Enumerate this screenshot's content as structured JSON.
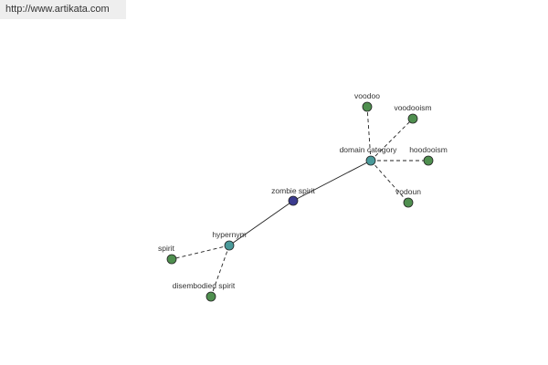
{
  "site": {
    "url": "http://www.artikata.com"
  },
  "colors": {
    "center_node": "#3b3b8f",
    "relation_node": "#4a9a9a",
    "leaf_node": "#4f8f4f",
    "node_stroke": "#222222",
    "edge": "#222222",
    "banner_bg": "#eeeeee"
  },
  "graph": {
    "center": "zombie spirit",
    "nodes": [
      {
        "id": "zombie",
        "label": "zombie spirit",
        "kind": "center"
      },
      {
        "id": "domain",
        "label": "domain category",
        "kind": "relation"
      },
      {
        "id": "hypernym",
        "label": "hypernym",
        "kind": "relation"
      },
      {
        "id": "voodoo",
        "label": "voodoo",
        "kind": "leaf"
      },
      {
        "id": "voodooism",
        "label": "voodooism",
        "kind": "leaf"
      },
      {
        "id": "hoodooism",
        "label": "hoodooism",
        "kind": "leaf"
      },
      {
        "id": "vodoun",
        "label": "vodoun",
        "kind": "leaf"
      },
      {
        "id": "spirit",
        "label": "spirit",
        "kind": "leaf"
      },
      {
        "id": "disembodied",
        "label": "disembodied spirit",
        "kind": "leaf"
      }
    ],
    "edges": [
      {
        "from": "zombie",
        "to": "domain",
        "style": "solid"
      },
      {
        "from": "zombie",
        "to": "hypernym",
        "style": "solid"
      },
      {
        "from": "domain",
        "to": "voodoo",
        "style": "dashed"
      },
      {
        "from": "domain",
        "to": "voodooism",
        "style": "dashed"
      },
      {
        "from": "domain",
        "to": "hoodooism",
        "style": "dashed"
      },
      {
        "from": "domain",
        "to": "vodoun",
        "style": "dashed"
      },
      {
        "from": "hypernym",
        "to": "spirit",
        "style": "dashed"
      },
      {
        "from": "hypernym",
        "to": "disembodied",
        "style": "dashed"
      }
    ]
  }
}
